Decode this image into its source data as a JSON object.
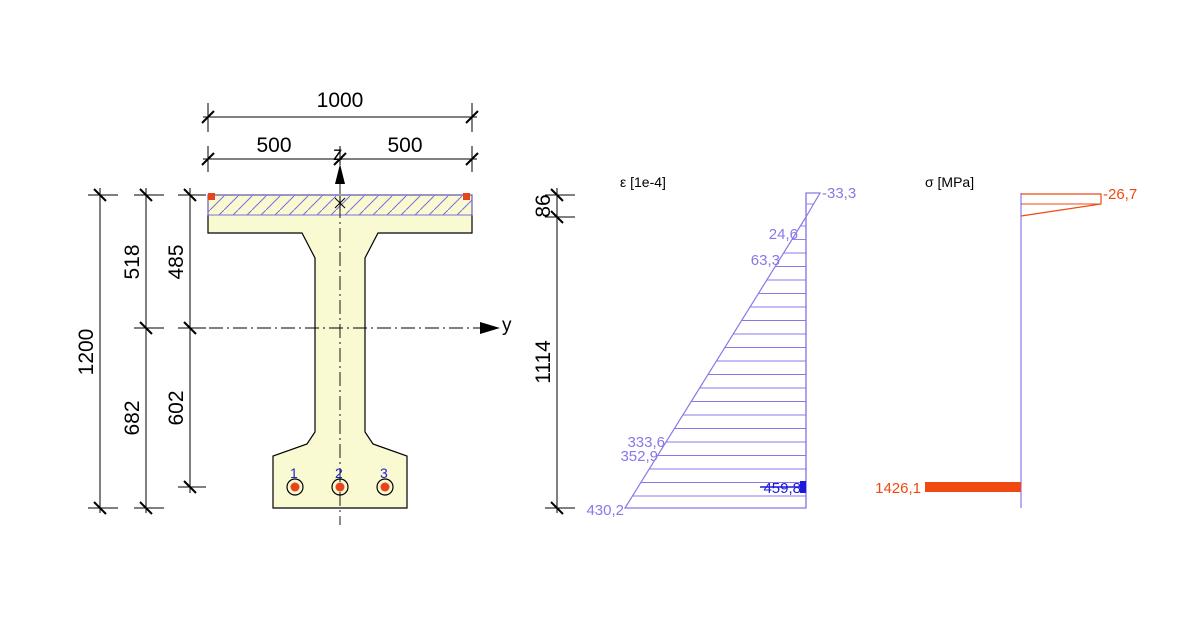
{
  "colors": {
    "concrete_fill": "#fafad2",
    "outline": "#000000",
    "compression_zone": "#7b6fdc",
    "strain": "#8878e8",
    "strain_bold": "#1a1adc",
    "stress": "#f04810",
    "rebar_fill": "#e8441c"
  },
  "section": {
    "top_dims": {
      "total": "1000",
      "left": "500",
      "right": "500"
    },
    "left_dims": {
      "total": "1200",
      "upper_to_centroid": "518",
      "lower_from_centroid": "682",
      "upper_to_rebar": "485",
      "lower_to_rebar": "602"
    },
    "axis_y": "y",
    "axis_z": "z",
    "bars": [
      "1",
      "2",
      "3"
    ]
  },
  "strain_diagram": {
    "header": "ε [1e-4]",
    "dim_top": "86",
    "dim_main": "1114",
    "labels": {
      "top": "-33,3",
      "l1": "24,6",
      "l2": "63,3",
      "l3": "333,6",
      "l4": "352,9",
      "bars": "459,8",
      "bottom": "430,2"
    }
  },
  "stress_diagram": {
    "header": "σ [MPa]",
    "labels": {
      "concrete": "-26,7",
      "steel": "1426,1"
    }
  }
}
